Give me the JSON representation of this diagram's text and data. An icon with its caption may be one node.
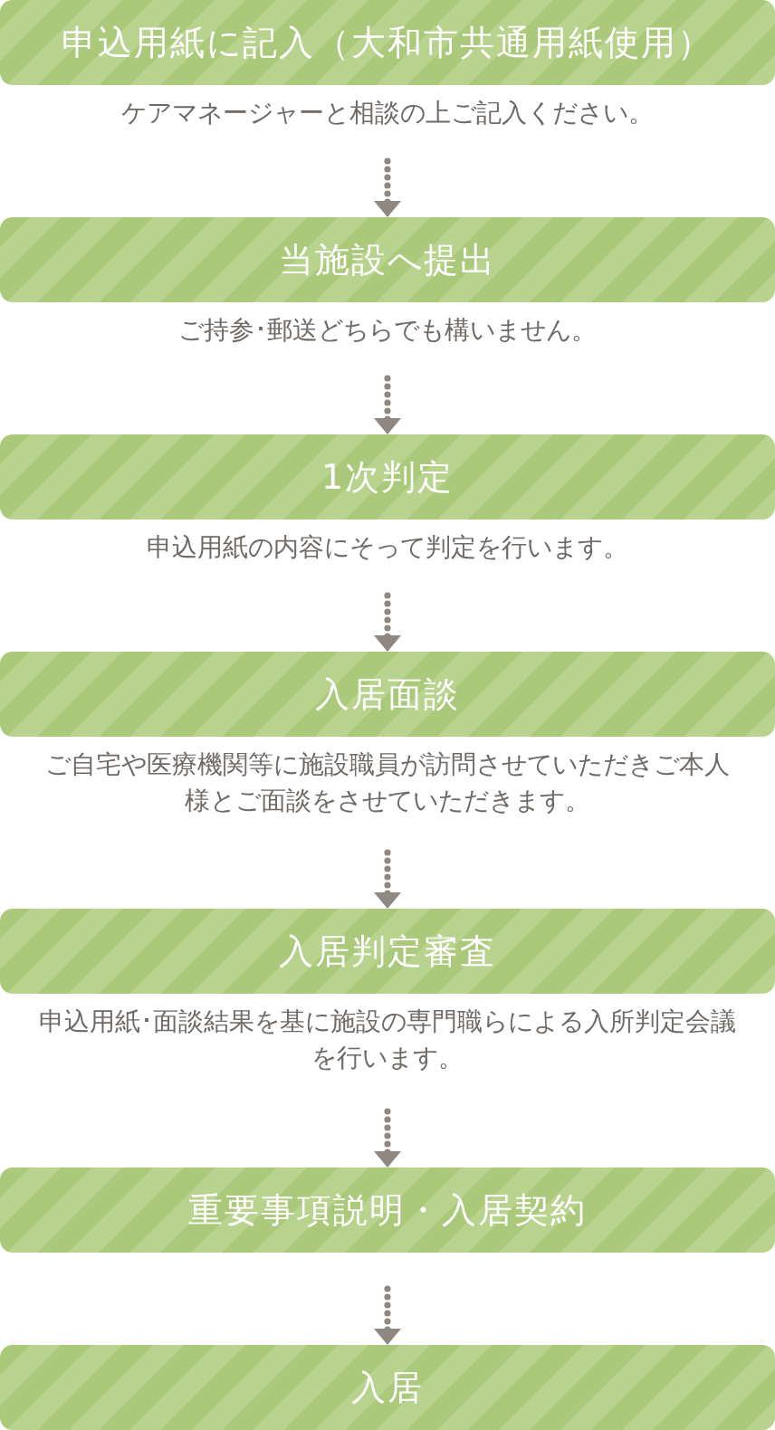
{
  "diagram": {
    "nodes": [
      {
        "text": [
          "申込用紙に記入（大和市共通用紙使用）"
        ],
        "beside": [
          "ケアマネージャーと相談の上ご記入ください。"
        ]
      },
      {
        "text": [
          "当施設へ提出"
        ],
        "beside": [
          "ご持参･郵送どちらでも構いません。"
        ]
      },
      {
        "text": [
          "1次判定"
        ],
        "beside": [
          "申込用紙の内容にそって判定を行います。"
        ]
      },
      {
        "text": [
          "入居面談"
        ],
        "beside": [
          "ご自宅や医療機関等に施設職員が訪問させていただきご本人様とご面談をさせていただきます。"
        ]
      },
      {
        "text": [
          "入居判定審査"
        ],
        "beside": [
          "申込用紙･面談結果を基に施設の専門職らによる入所判定会議を行います。"
        ]
      },
      {
        "text": [
          "重要事項説明・入居契約"
        ]
      },
      {
        "text": [
          "入居"
        ]
      }
    ],
    "edges": [
      {
        "from": 0,
        "to": 1,
        "arrow": "to"
      },
      {
        "from": 1,
        "to": 2,
        "arrow": "to"
      },
      {
        "from": 2,
        "to": 3,
        "arrow": "to"
      },
      {
        "from": 3,
        "to": 4,
        "arrow": "to"
      },
      {
        "from": 4,
        "to": 5,
        "arrow": "to"
      },
      {
        "from": 5,
        "to": 6,
        "arrow": "to"
      }
    ]
  }
}
